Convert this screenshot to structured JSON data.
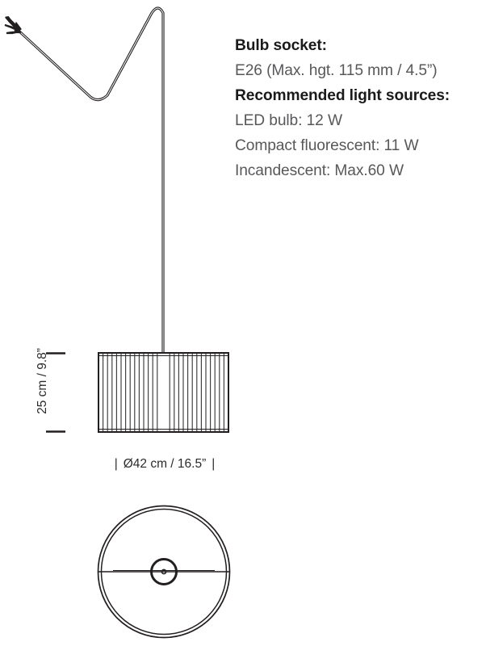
{
  "product": {
    "type": "pendant-lamp-specification-drawing"
  },
  "specifications": {
    "lines": [
      {
        "text": "Bulb socket:",
        "style": "heading"
      },
      {
        "text": "E26 (Max. hgt. 115 mm / 4.5”)",
        "style": "value"
      },
      {
        "text": "Recommended light sources:",
        "style": "heading"
      },
      {
        "text": "LED bulb: 12 W",
        "style": "value"
      },
      {
        "text": "Compact fluorescent: 11 W",
        "style": "value"
      },
      {
        "text": "Incandescent: Max.60 W",
        "style": "value"
      }
    ],
    "socket_heading": "Bulb socket:",
    "socket_value": "E26 (Max. hgt. 115 mm / 4.5”)",
    "sources_heading": "Recommended light sources:",
    "led": "LED bulb: 12 W",
    "cfl": "Compact fluorescent: 11 W",
    "incandescent": "Incandescent: Max.60 W"
  },
  "dimensions": {
    "height_label": "25 cm / 9.8”",
    "diameter_label": "Ø42 cm / 16.5”",
    "tick_left": "|",
    "tick_right": "|"
  },
  "colors": {
    "line": "#231f20",
    "heading_text": "#1a1a1a",
    "body_text": "#58585a",
    "dimension_text": "#2b2b2b",
    "background": "#ffffff"
  }
}
